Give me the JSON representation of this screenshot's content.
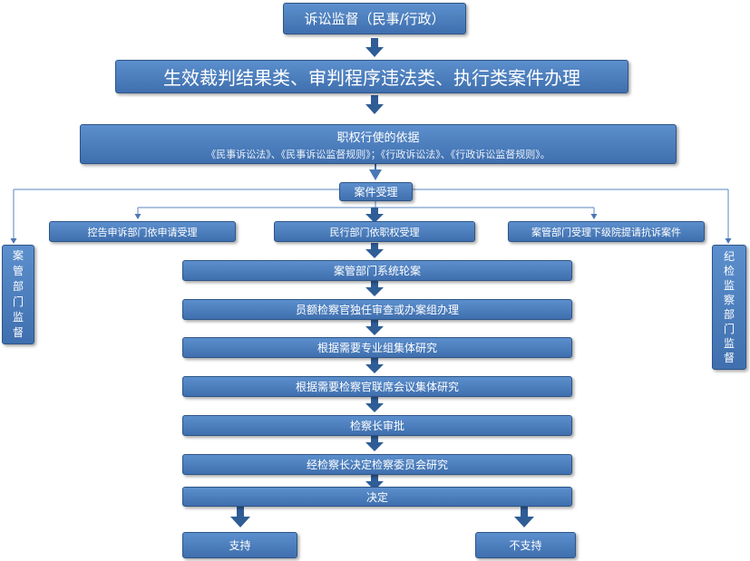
{
  "title": "诉讼监督（民事/行政）",
  "scope": "生效裁判结果类、审判程序违法类、执行类案件办理",
  "basis": {
    "heading": "职权行使的依据",
    "text": "《民事诉讼法》、《民事诉讼监督规则》；《行政诉讼法》、《行政诉讼监督规则》。"
  },
  "intake": "案件受理",
  "sources": [
    "控告申诉部门依申请受理",
    "民行部门依职权受理",
    "案管部门受理下级院提请抗诉案件"
  ],
  "steps": [
    "案管部门系统轮案",
    "员额检察官独任审查或办案组办理",
    "根据需要专业组集体研究",
    "根据需要检察官联席会议集体研究",
    "检察长审批",
    "经检察长决定检察委员会研究",
    "决定"
  ],
  "outcomes": [
    "支持",
    "不支持"
  ],
  "side_left": [
    "案",
    "管",
    "部",
    "门",
    "监",
    "督"
  ],
  "side_right": [
    "纪",
    "检",
    "监",
    "察",
    "部",
    "门",
    "监",
    "督"
  ],
  "colors": {
    "box": "#4f81bd",
    "border": "#2e5586",
    "arrow": "#1f4e79"
  }
}
